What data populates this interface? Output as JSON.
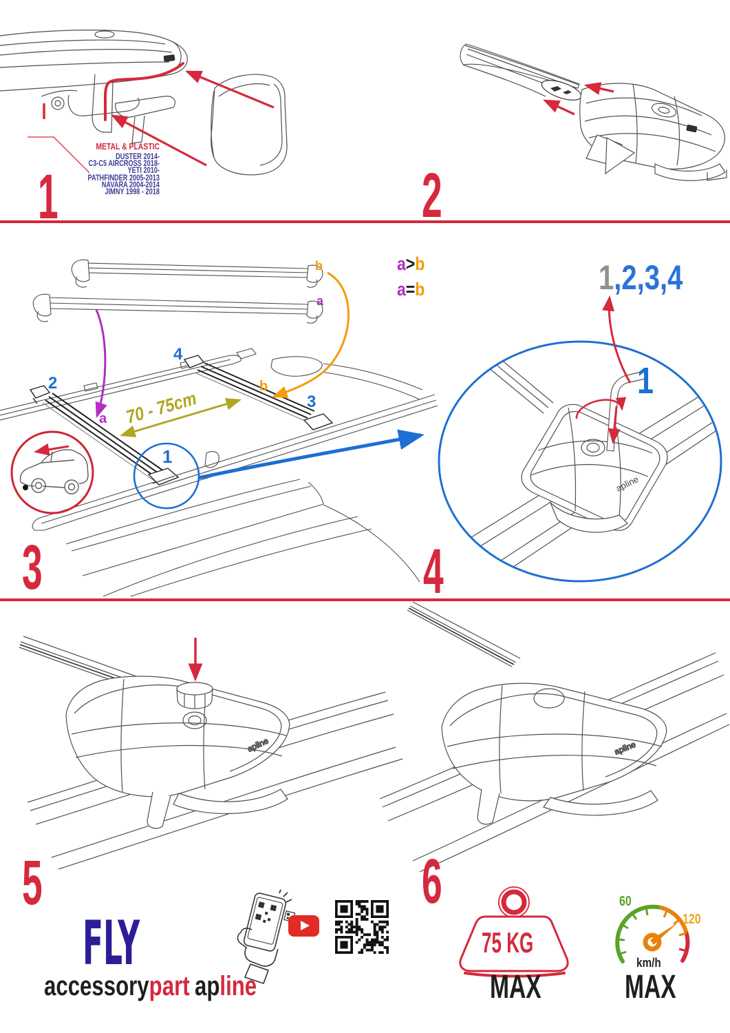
{
  "colors": {
    "red": "#d5293d",
    "blue": "#1d6fd2",
    "navy": "#3c3c96",
    "purple": "#b32cc4",
    "orange": "#f59b0c",
    "olive": "#b1a623",
    "green": "#5ba328",
    "gray": "#909090",
    "line": "#4f4f4f"
  },
  "panel1": {
    "number": "1",
    "material": "METAL & PLASTIC",
    "models": [
      "DUSTER 2014-",
      "C3-C5 AIRCROSS 2018-",
      "YETI 2010-",
      "PATHFINDER 2005-2013",
      "NAVARA 2004-2014",
      "JIMNY 1998 - 2018"
    ]
  },
  "panel2": {
    "number": "2"
  },
  "panel3": {
    "number": "3",
    "distance": "70 - 75cm",
    "labels": {
      "bar_a": "a",
      "bar_b": "b",
      "arrow_a": "a",
      "arrow_b": "b",
      "pos1": "1",
      "pos2": "2",
      "pos3": "3",
      "pos4": "4"
    },
    "conditions": [
      {
        "left": "a",
        "op": ">",
        "right": "b"
      },
      {
        "left": "a",
        "op": "=",
        "right": "b"
      }
    ]
  },
  "panel4": {
    "number": "4",
    "sequence_first": "1",
    "sequence_rest": ",2,3,4",
    "step": "1",
    "brand": "apline"
  },
  "panel5": {
    "number": "5",
    "brand": "apline"
  },
  "panel6": {
    "number": "6",
    "brand": "apline"
  },
  "footer": {
    "brand_fly": "FLY",
    "brand_accessory": "accessory",
    "brand_part": "part",
    "brand_ap": "ap",
    "brand_line": "line",
    "weight_value": "75 KG",
    "weight_max": "MAX",
    "speed_low": "60",
    "speed_high": "120",
    "speed_unit": "km/h",
    "speed_max": "MAX"
  }
}
